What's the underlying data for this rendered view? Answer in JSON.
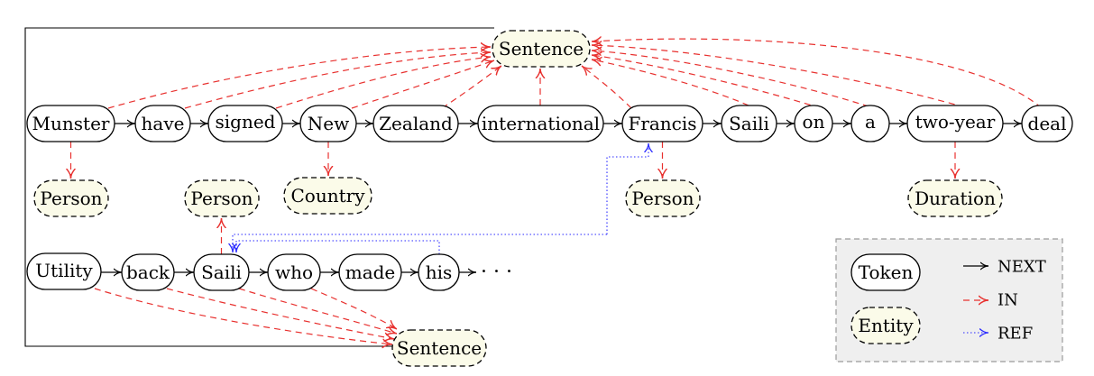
{
  "tokens_row1": [
    "Munster",
    "have",
    "signed",
    "New",
    "Zealand",
    "international",
    "Francis",
    "Saili",
    "on",
    "a",
    "two-year",
    "deal"
  ],
  "tokens_row2": [
    "Utility",
    "back",
    "Saili",
    "who",
    "made",
    "his"
  ],
  "continuation": "· · ·",
  "sentence_label": "Sentence",
  "entities": [
    "Person",
    "Person",
    "Country",
    "Person",
    "Duration"
  ],
  "legend": {
    "token_label": "Token",
    "entity_label": "Entity",
    "next_label": "NEXT",
    "in_label": "IN",
    "ref_label": "REF"
  },
  "colors": {
    "in_edge": "#e8312f",
    "ref_edge": "#2a2aff",
    "entity_fill": "#fbfbe9",
    "legend_fill": "#efefef"
  }
}
